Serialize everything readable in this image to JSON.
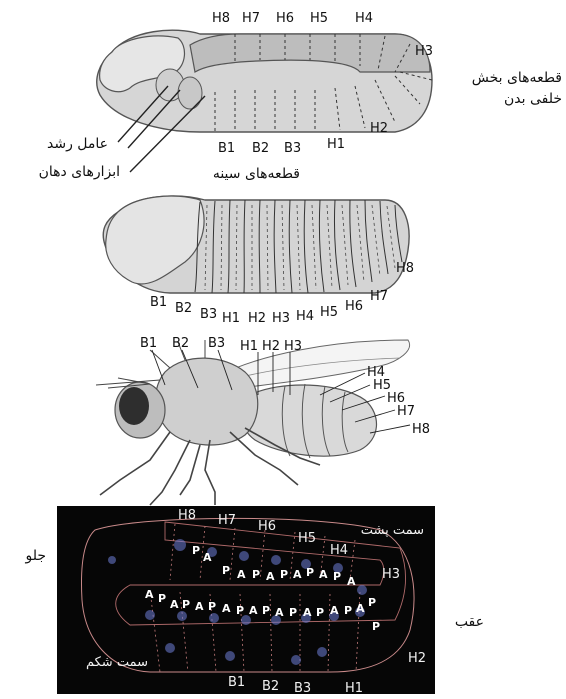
{
  "panel1": {
    "top_labels": [
      "H8",
      "H7",
      "H6",
      "H5",
      "H4"
    ],
    "right_label": "H3",
    "bottom_labels": [
      "B1",
      "B2",
      "B3",
      "H1",
      "H2"
    ],
    "caption_abdominal": [
      "قطعه‌های بخش",
      "خلفی بدن"
    ],
    "caption_growth_factor": "عامل رشد",
    "caption_mouthparts": "ابزارهای دهان",
    "caption_thoracic": "قطعه‌های سینه"
  },
  "panel2": {
    "labels": [
      "B1",
      "B2",
      "B3",
      "H1",
      "H2",
      "H3",
      "H4",
      "H5",
      "H6",
      "H7",
      "H8"
    ]
  },
  "panel3": {
    "labels": [
      "B1",
      "B2",
      "B3",
      "H1",
      "H2",
      "H3",
      "H4",
      "H5",
      "H6",
      "H7",
      "H8"
    ]
  },
  "panel4": {
    "top_labels": [
      "H8",
      "H7",
      "H6",
      "H5",
      "H4",
      "H3"
    ],
    "bottom_labels": [
      "B1",
      "B2",
      "B3",
      "H1",
      "H2"
    ],
    "pa_letters": [
      "P",
      "A"
    ],
    "dorsal": "سمت پشت",
    "ventral": "سمت شکم",
    "front": "جلو",
    "back": "عقب"
  }
}
